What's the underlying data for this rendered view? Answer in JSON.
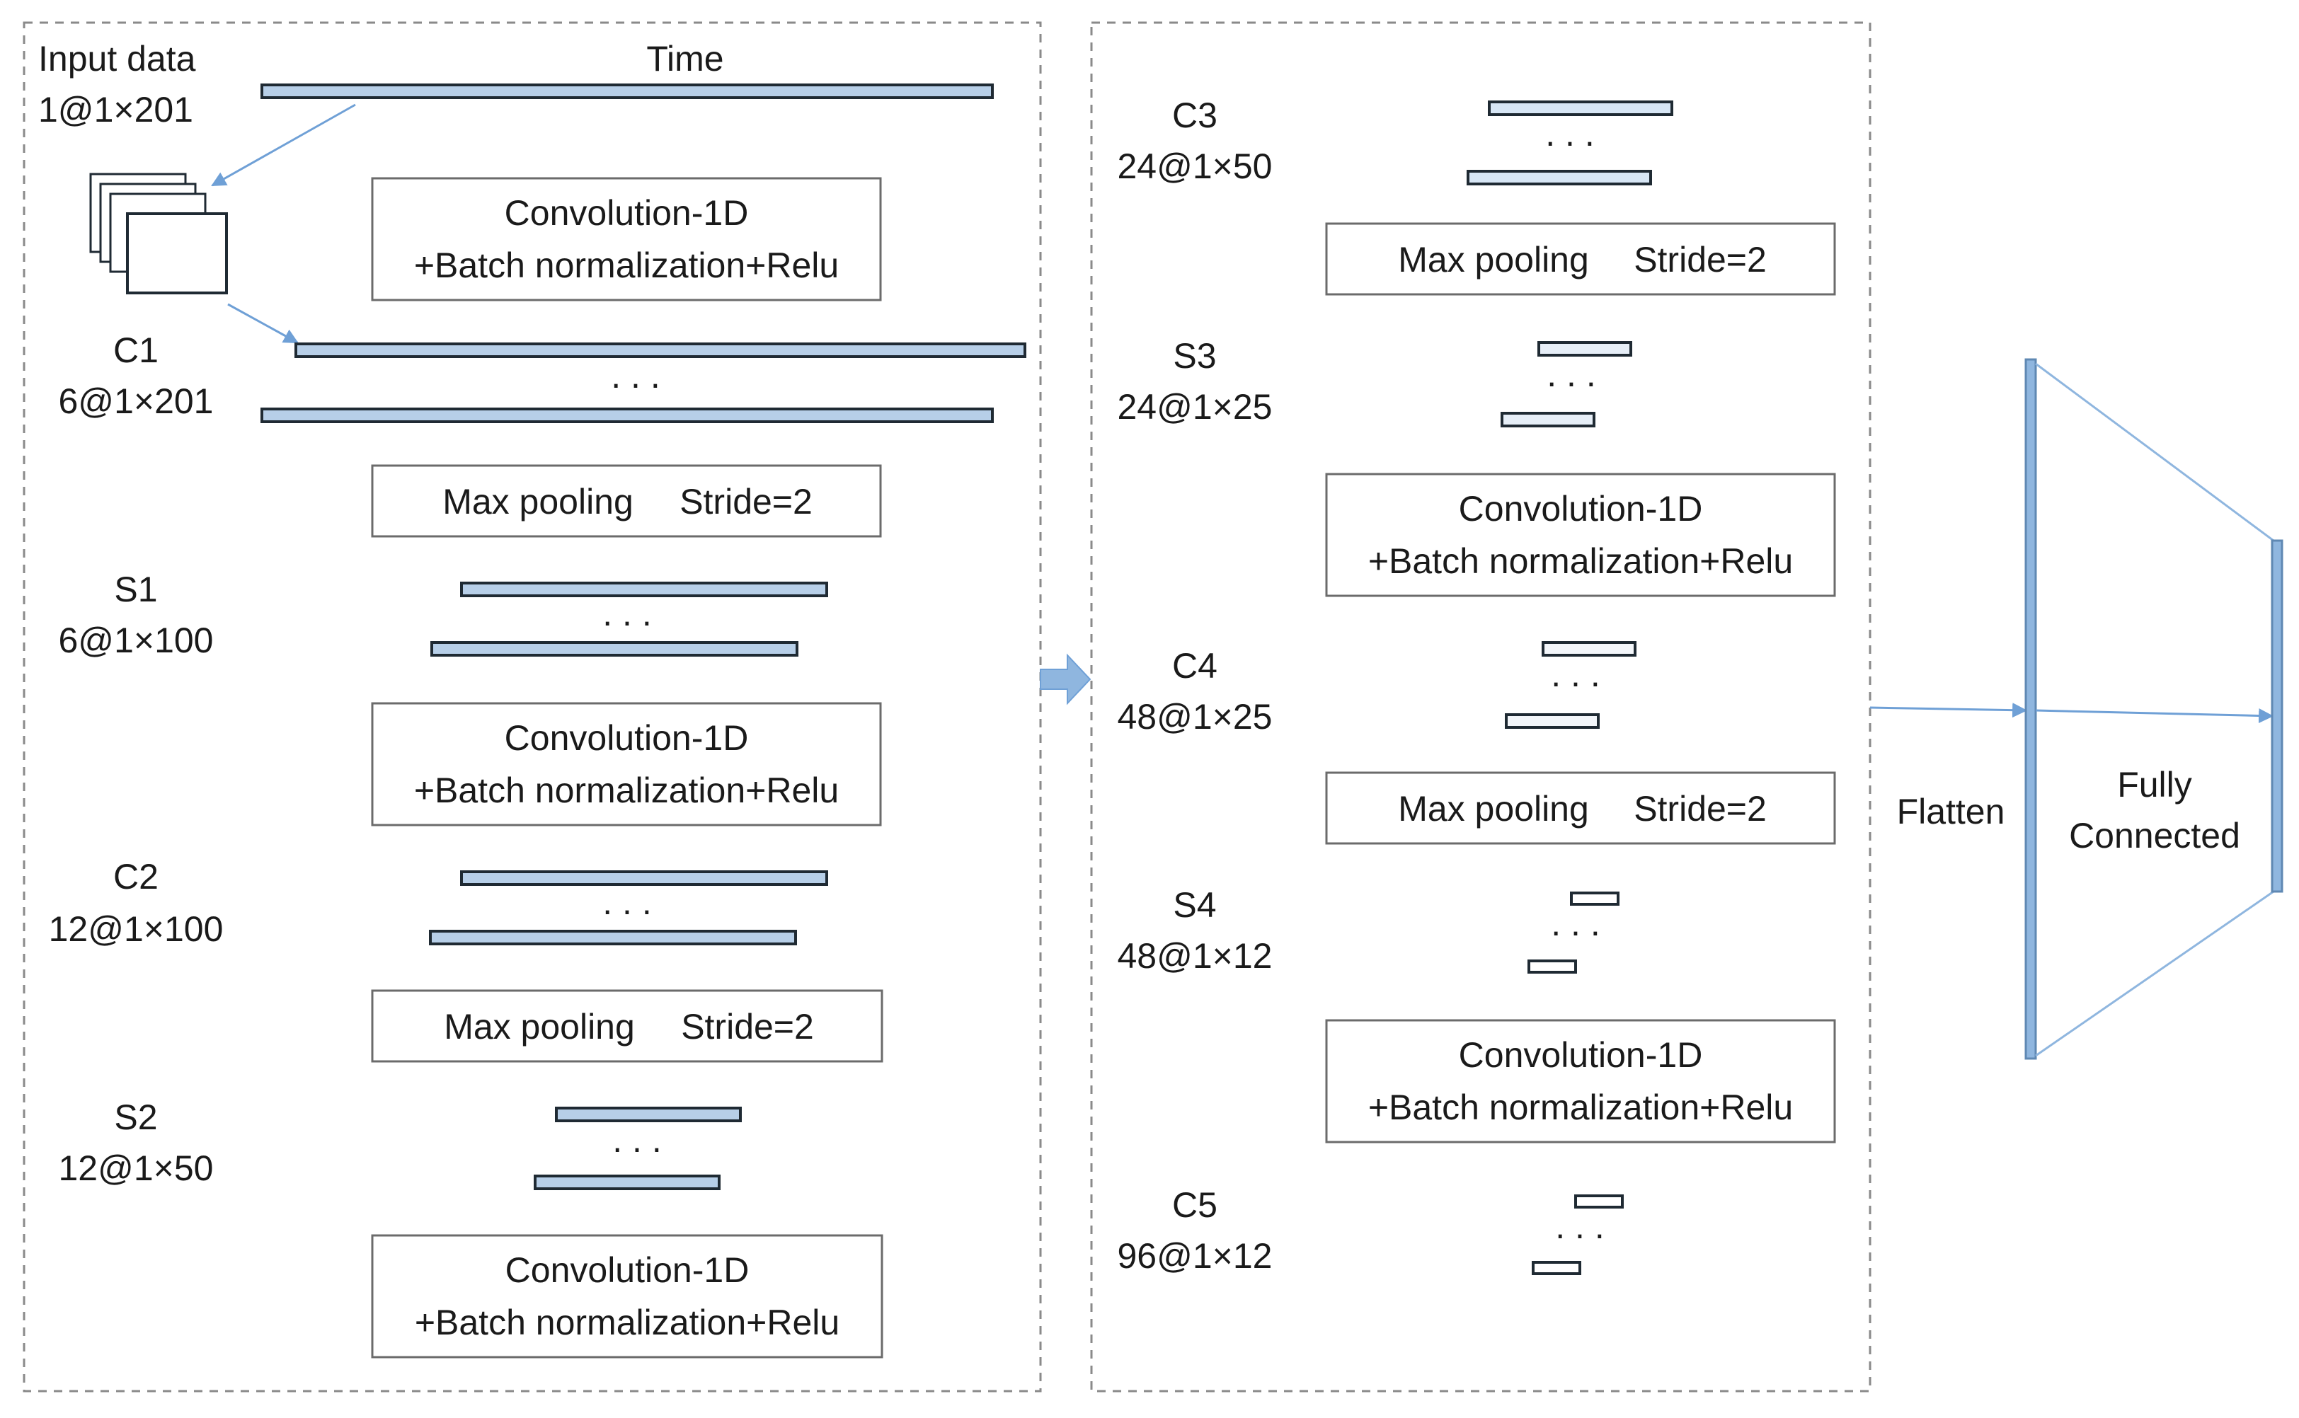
{
  "colors": {
    "bar_fill": "#b7cfe8",
    "bar_fill_light": "#d7e6f5",
    "bar_fill_pale": "#f3f6fa",
    "stroke": "#1f2a33",
    "arrow": "#6fa0d6",
    "border": "#8a8a8a"
  },
  "input": {
    "label": "Input data",
    "dims": "1@1×201",
    "time_label": "Time"
  },
  "ops": {
    "conv_line1": "Convolution-1D",
    "conv_line2": "+Batch normalization+Relu",
    "pool_name": "Max pooling",
    "pool_stride": "Stride=2"
  },
  "layers": {
    "c1": {
      "name": "C1",
      "dims": "6@1×201"
    },
    "s1": {
      "name": "S1",
      "dims": "6@1×100"
    },
    "c2": {
      "name": "C2",
      "dims": "12@1×100"
    },
    "s2": {
      "name": "S2",
      "dims": "12@1×50"
    },
    "c3": {
      "name": "C3",
      "dims": "24@1×50"
    },
    "s3": {
      "name": "S3",
      "dims": "24@1×25"
    },
    "c4": {
      "name": "C4",
      "dims": "48@1×25"
    },
    "s4": {
      "name": "S4",
      "dims": "48@1×12"
    },
    "c5": {
      "name": "C5",
      "dims": "96@1×12"
    }
  },
  "ellipsis": ". . .",
  "flatten_label": "Flatten",
  "fc_line1": "Fully",
  "fc_line2": "Connected"
}
